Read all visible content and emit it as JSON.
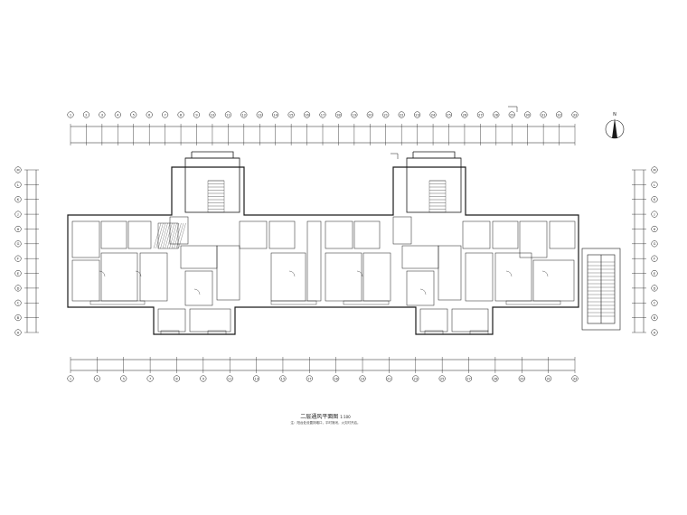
{
  "drawing": {
    "title": "二层通风平面图",
    "scale": "1:100",
    "note": "注：阳台处设置排烟口，平时常闭，火灾时开启。",
    "north_label": "N"
  },
  "top_axes": [
    "1",
    "2",
    "3",
    "4",
    "5",
    "6",
    "7",
    "8",
    "9",
    "10",
    "11",
    "12",
    "13",
    "14",
    "15",
    "16",
    "17",
    "18",
    "19",
    "20",
    "21",
    "22",
    "23",
    "24",
    "25",
    "26",
    "27",
    "28",
    "29",
    "30",
    "31",
    "32",
    "33"
  ],
  "bottom_axes": [
    "1",
    "3",
    "5",
    "7",
    "8",
    "9",
    "11",
    "13",
    "15",
    "17",
    "18",
    "19",
    "21",
    "23",
    "25",
    "27",
    "28",
    "29",
    "31",
    "33"
  ],
  "left_axes": [
    "M",
    "L",
    "K",
    "J",
    "H",
    "G",
    "F",
    "E",
    "D",
    "C",
    "B",
    "A"
  ],
  "right_axes": [
    "M",
    "L",
    "K",
    "J",
    "H",
    "G",
    "F",
    "E",
    "D",
    "C",
    "B",
    "A"
  ],
  "colors": {
    "line": "#1a1a1a",
    "paper": "#ffffff"
  }
}
